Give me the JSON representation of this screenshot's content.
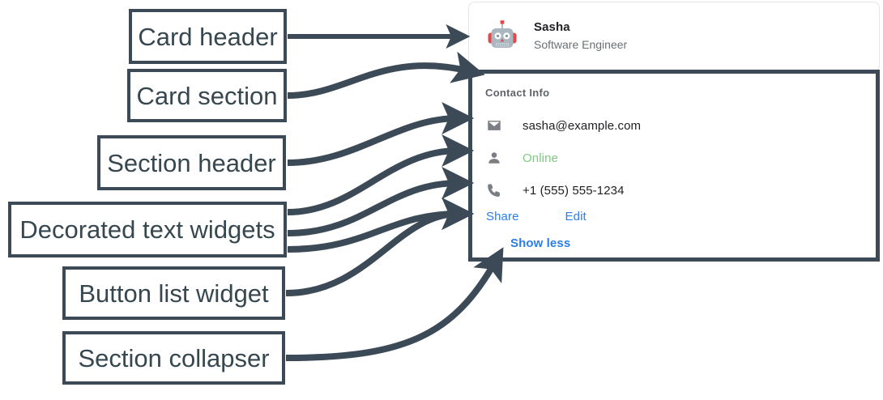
{
  "annotations": [
    {
      "id": "card-header",
      "label": "Card header"
    },
    {
      "id": "card-section",
      "label": "Card section"
    },
    {
      "id": "section-header",
      "label": "Section header"
    },
    {
      "id": "decorated",
      "label": "Decorated text widgets"
    },
    {
      "id": "button-list",
      "label": "Button list widget"
    },
    {
      "id": "collapser",
      "label": "Section collapser"
    }
  ],
  "card": {
    "header": {
      "avatar_icon": "robot-avatar-icon",
      "title": "Sasha",
      "subtitle": "Software Engineer"
    },
    "section": {
      "header": "Contact Info",
      "rows": [
        {
          "icon": "email-icon",
          "value": "sasha@example.com",
          "state": "default"
        },
        {
          "icon": "person-icon",
          "value": "Online",
          "state": "online"
        },
        {
          "icon": "phone-icon",
          "value": "+1 (555) 555-1234",
          "state": "default"
        }
      ],
      "buttons": [
        {
          "label": "Share"
        },
        {
          "label": "Edit"
        }
      ],
      "collapser": {
        "label": "Show less"
      }
    }
  },
  "colors": {
    "annotation_stroke": "#3b4a56",
    "annotation_text": "#37474f",
    "link_blue": "#2b7de9",
    "status_green": "#81c784",
    "title_text": "#202124",
    "subtitle_text": "#6b6f73",
    "section_header_text": "#5f6368",
    "icon_gray": "#7b7f83",
    "card_border": "#e3e5e8"
  }
}
